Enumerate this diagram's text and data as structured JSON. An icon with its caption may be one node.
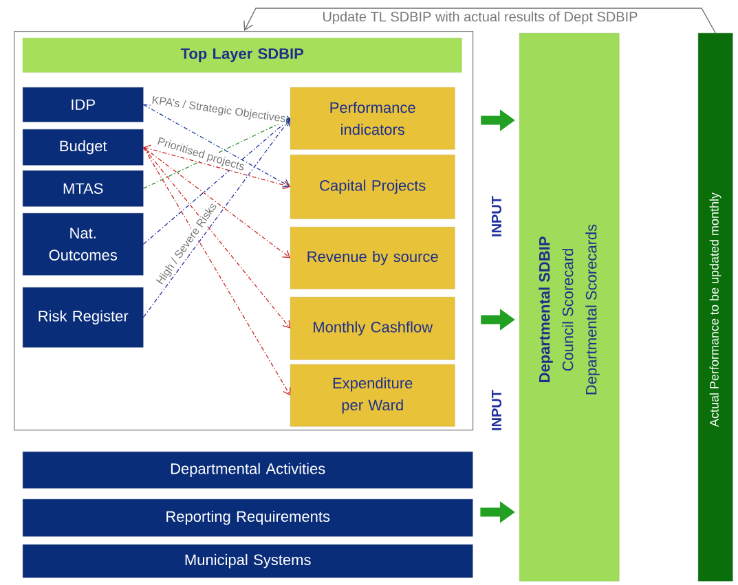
{
  "diagram": {
    "nodes": [
      {
        "text": [],
        "shape": "box"
      },
      {
        "text": [
          "Top Layer SDBIP"
        ],
        "in": 0
      },
      {
        "text": [
          "IDP"
        ],
        "in": 0
      },
      {
        "text": [
          "Budget"
        ],
        "in": 0
      },
      {
        "text": [
          "MTAS"
        ],
        "in": 0
      },
      {
        "text": [
          "Nat. Outcomes"
        ],
        "in": 0
      },
      {
        "text": [
          "Risk Register"
        ],
        "in": 0
      },
      {
        "text": [
          "Performance indicators"
        ],
        "in": 0
      },
      {
        "text": [
          "Capital Projects"
        ],
        "in": 0
      },
      {
        "text": [
          "Revenue by source"
        ],
        "in": 0
      },
      {
        "text": [
          "Monthly Cashflow"
        ],
        "in": 0
      },
      {
        "text": [
          "Expenditure per Ward"
        ],
        "in": 0
      },
      {
        "text": [
          "Departmental Activities"
        ]
      },
      {
        "text": [
          "Reporting Requirements"
        ]
      },
      {
        "text": [
          "Municipal  Systems"
        ]
      },
      {
        "text": [
          "Departmental SDBIP",
          "Council Scorecard",
          "Departmental Scorecards"
        ]
      },
      {
        "text": [
          "Actual Performance to be updated monthly"
        ]
      }
    ],
    "edges": [
      {
        "from": 2,
        "to": 7,
        "arrow": "to",
        "label": "KPA’s / Strategic Objectives",
        "style": "dashed",
        "color": "#1f3f9f"
      },
      {
        "from": 2,
        "to": 8,
        "arrow": "to",
        "style": "dashed",
        "color": "#1f3f9f"
      },
      {
        "from": 3,
        "to": 8,
        "arrow": "both",
        "label": "Prioritised projects",
        "style": "dashed",
        "color": "#cc2222"
      },
      {
        "from": 3,
        "to": 9,
        "arrow": "to",
        "style": "dashed",
        "color": "#cc2222"
      },
      {
        "from": 3,
        "to": 10,
        "arrow": "to",
        "style": "dashed",
        "color": "#cc2222"
      },
      {
        "from": 3,
        "to": 11,
        "arrow": "to",
        "style": "dashed",
        "color": "#cc2222"
      },
      {
        "from": 4,
        "to": 7,
        "arrow": "to",
        "style": "dashed",
        "color": "#2a8a2a"
      },
      {
        "from": 5,
        "to": 7,
        "arrow": "to",
        "style": "dashed",
        "color": "#1f2f9f"
      },
      {
        "from": 6,
        "to": 7,
        "arrow": "to",
        "label": "High / Severe Risks",
        "style": "dashed",
        "color": "#1f2f9f"
      },
      {
        "from": 0,
        "to": 15,
        "arrow": "to",
        "style": "thick",
        "color": "#22a022"
      },
      {
        "from": 0,
        "to": 15,
        "arrow": "to",
        "style": "thick",
        "color": "#22a022"
      },
      {
        "from": 13,
        "to": 15,
        "arrow": "to",
        "style": "thick",
        "color": "#22a022"
      },
      {
        "from": 16,
        "to": 0,
        "arrow": "to",
        "label": "Update TL SDBIP with actual results of Dept SDBIP",
        "color": "#707070"
      }
    ],
    "labels": [
      "INPUT",
      "INPUT"
    ]
  }
}
